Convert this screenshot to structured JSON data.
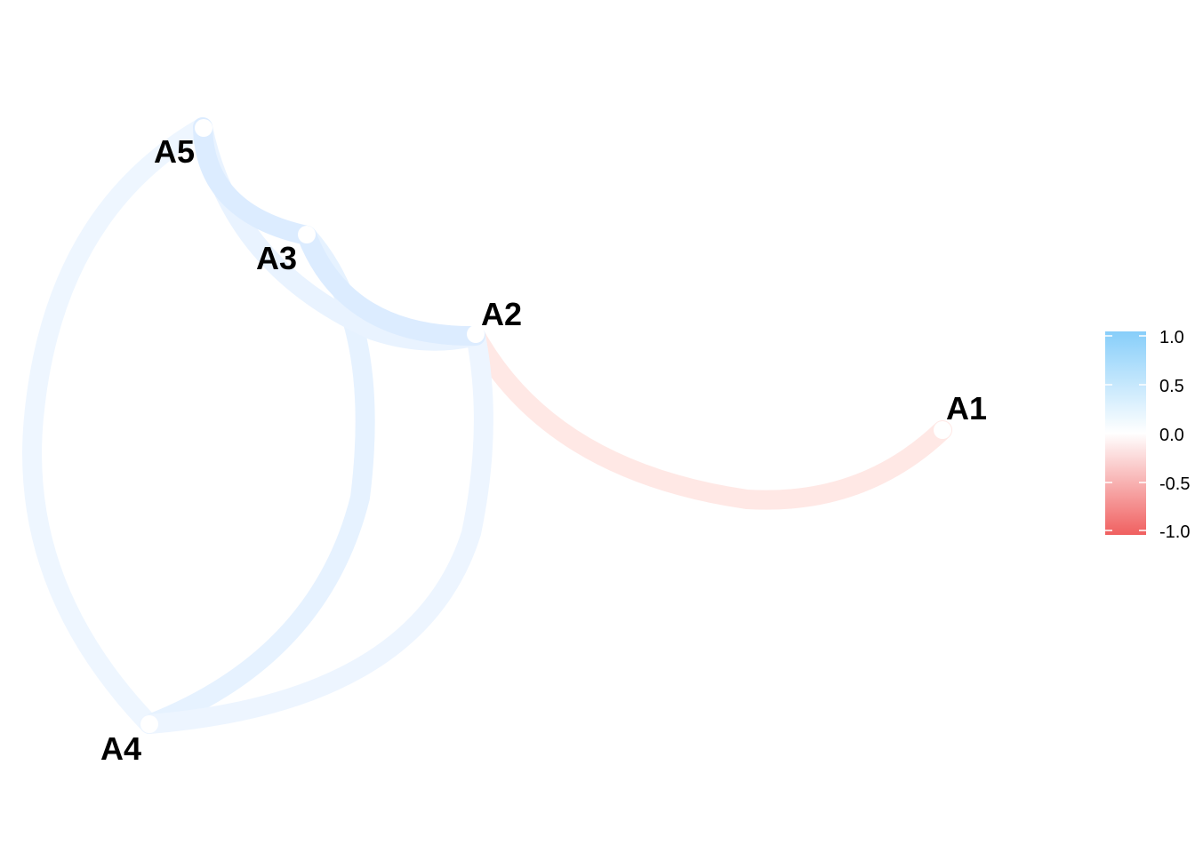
{
  "nodes": [
    {
      "id": "A1",
      "label": "A1"
    },
    {
      "id": "A2",
      "label": "A2"
    },
    {
      "id": "A3",
      "label": "A3"
    },
    {
      "id": "A4",
      "label": "A4"
    },
    {
      "id": "A5",
      "label": "A5"
    }
  ],
  "edges": [
    {
      "from": "A2",
      "to": "A1",
      "weight": -0.15
    },
    {
      "from": "A5",
      "to": "A3",
      "weight": 0.3
    },
    {
      "from": "A3",
      "to": "A2",
      "weight": 0.3
    },
    {
      "from": "A5",
      "to": "A2",
      "weight": 0.12
    },
    {
      "from": "A5",
      "to": "A4",
      "weight": 0.08
    },
    {
      "from": "A3",
      "to": "A4",
      "weight": 0.15
    },
    {
      "from": "A2",
      "to": "A4",
      "weight": 0.1
    }
  ],
  "legend": {
    "ticks": [
      "1.0",
      "0.5",
      "0.0",
      "-0.5",
      "-1.0"
    ],
    "tick_values": [
      1.0,
      0.5,
      0.0,
      -0.5,
      -1.0
    ],
    "range": [
      -1.0,
      1.0
    ],
    "high_color": "#87CEFA",
    "mid_color": "#FFFFFF",
    "low_color": "#F06060"
  },
  "colors": {
    "positive_edge": "#DDEEFF",
    "negative_edge": "#FFE4E1",
    "node": "#FFFFFF",
    "label": "#000000"
  }
}
